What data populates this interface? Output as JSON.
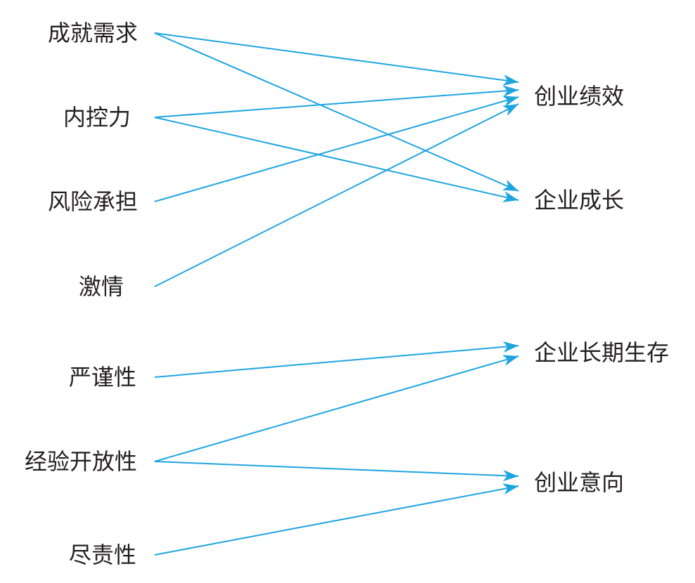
{
  "diagram": {
    "left_nodes": [
      "成就需求",
      "内控力",
      "风险承担",
      "激情",
      "严谨性",
      "经验开放性",
      "尽责性"
    ],
    "right_nodes": [
      "创业绩效",
      "企业成长",
      "企业长期生存",
      "创业意向"
    ],
    "edges": [
      {
        "from": 0,
        "to": 0
      },
      {
        "from": 0,
        "to": 1
      },
      {
        "from": 1,
        "to": 0
      },
      {
        "from": 1,
        "to": 1
      },
      {
        "from": 2,
        "to": 0
      },
      {
        "from": 3,
        "to": 0
      },
      {
        "from": 4,
        "to": 2
      },
      {
        "from": 5,
        "to": 2
      },
      {
        "from": 5,
        "to": 3
      },
      {
        "from": 6,
        "to": 3
      }
    ]
  },
  "colors": {
    "arrow": "#1ea5e0",
    "text": "#231f20",
    "background": "#ffffff"
  }
}
